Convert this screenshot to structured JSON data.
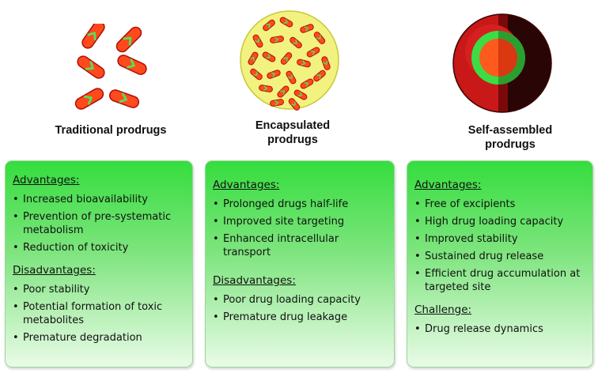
{
  "columns": [
    {
      "title_lines": [
        "Traditional prodrugs"
      ],
      "sections": [
        {
          "heading": "Advantages:",
          "items": [
            "Increased bioavailability",
            "Prevention of pre-systematic metabolism",
            "Reduction of toxicity"
          ]
        },
        {
          "heading": "Disadvantages:",
          "items": [
            "Poor stability",
            "Potential formation of toxic metabolites",
            "Premature degradation"
          ]
        }
      ]
    },
    {
      "title_lines": [
        "Encapsulated",
        "prodrugs"
      ],
      "sections": [
        {
          "heading": "Advantages:",
          "items": [
            "Prolonged drugs half-life",
            "Improved site targeting",
            "Enhanced intracellular transport"
          ]
        },
        {
          "heading": "Disadvantages:",
          "items": [
            "Poor drug loading capacity",
            "Premature drug leakage"
          ]
        }
      ]
    },
    {
      "title_lines": [
        "Self-assembled",
        "prodrugs"
      ],
      "sections": [
        {
          "heading": "Advantages:",
          "items": [
            "Free of excipients",
            "High drug loading capacity",
            "Improved stability",
            "Sustained drug release",
            "Efficient drug accumulation at targeted site"
          ]
        },
        {
          "heading": "Challenge:",
          "items": [
            "Drug release dynamics"
          ]
        }
      ]
    }
  ],
  "colors": {
    "prodrug_body": "#ff4a1c",
    "prodrug_outline": "#b01008",
    "prodrug_chevron": "#57e05a",
    "sphere_fill": "#f2f280",
    "core_orange": "#ff5a1e",
    "ring_green": "#3cdc45",
    "shell_red": "#c81818",
    "shell_dark": "#2a0505",
    "panel_green": "#35dd3e"
  },
  "icons": [
    "traditional-prodrug-capsule-icon",
    "encapsulated-nanoparticle-icon",
    "self-assembled-nanoparticle-icon"
  ]
}
